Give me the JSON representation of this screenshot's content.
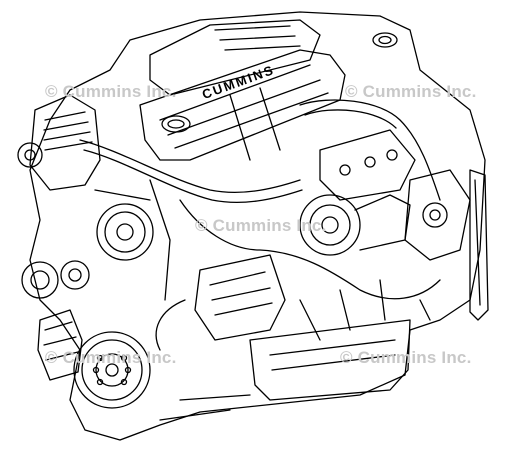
{
  "image": {
    "subject": "engine-line-drawing",
    "stroke_color": "#000000",
    "background_color": "#ffffff",
    "watermark_color": "#c8c8c8"
  },
  "watermarks": [
    "© Cummins Inc.",
    "© Cummins Inc.",
    "© Cummins Inc.",
    "© Cummins Inc.",
    "© Cummins Inc."
  ],
  "brand_lettering": "CUMMINS"
}
